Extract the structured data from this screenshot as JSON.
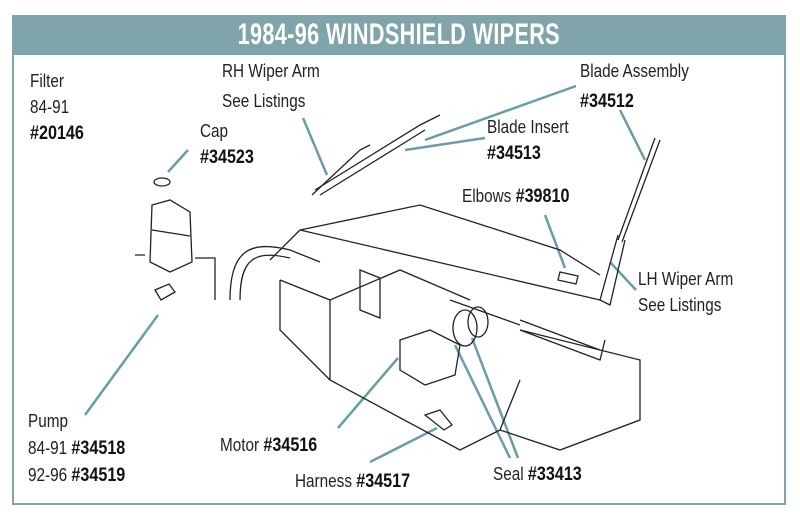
{
  "title": "1984-96 WINDSHIELD WIPERS",
  "accent_color": "#7fa5ab",
  "labels": {
    "filter": {
      "name": "Filter",
      "years": "84-91",
      "part": "#20146"
    },
    "cap": {
      "name": "Cap",
      "part": "#34523"
    },
    "rh_arm": {
      "name": "RH Wiper Arm",
      "note": "See Listings"
    },
    "blade_assembly": {
      "name": "Blade Assembly",
      "part": "#34512"
    },
    "blade_insert": {
      "name": "Blade Insert",
      "part": "#34513"
    },
    "elbows": {
      "name": "Elbows",
      "part": "#39810"
    },
    "lh_arm": {
      "name": "LH Wiper Arm",
      "note": "See Listings"
    },
    "pump": {
      "name": "Pump",
      "years1": "84-91",
      "part1": "#34518",
      "years2": "92-96",
      "part2": "#34519"
    },
    "motor": {
      "name": "Motor",
      "part": "#34516"
    },
    "harness": {
      "name": "Harness",
      "part": "#34517"
    },
    "seal": {
      "name": "Seal",
      "part": "#33413"
    }
  }
}
